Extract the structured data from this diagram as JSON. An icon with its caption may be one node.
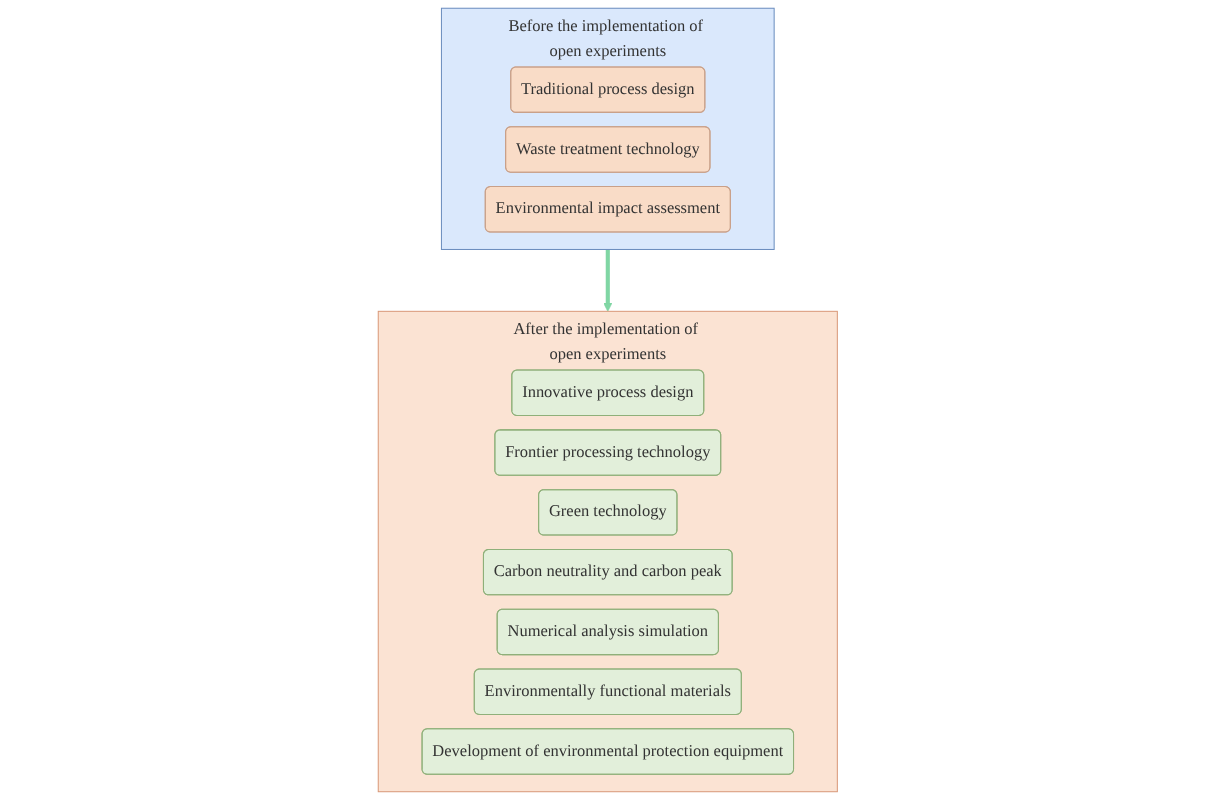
{
  "diagram": {
    "nodes": [
      {
        "text": [
          "Before the implementation of open experiments"
        ]
      },
      {
        "text": [
          "Traditional process design"
        ],
        "in": 0
      },
      {
        "text": [
          "Waste treatment technology"
        ],
        "in": 0
      },
      {
        "text": [
          "Environmental impact assessment"
        ],
        "in": 0
      },
      {
        "text": [
          "After the implementation of open experiments"
        ]
      },
      {
        "text": [
          "Innovative process design"
        ],
        "in": 4
      },
      {
        "text": [
          "Frontier processing technology"
        ],
        "in": 4
      },
      {
        "text": [
          "Green technology"
        ],
        "in": 4
      },
      {
        "text": [
          "Carbon neutrality and carbon peak"
        ],
        "in": 4
      },
      {
        "text": [
          "Numerical analysis simulation"
        ],
        "in": 4
      },
      {
        "text": [
          "Environmentally functional materials"
        ],
        "in": 4
      },
      {
        "text": [
          "Development of environmental protection equipment"
        ],
        "in": 4
      }
    ],
    "edges": [
      {
        "from": 0,
        "to": 4,
        "arrow": "to",
        "color": "#80d6a4"
      }
    ]
  }
}
